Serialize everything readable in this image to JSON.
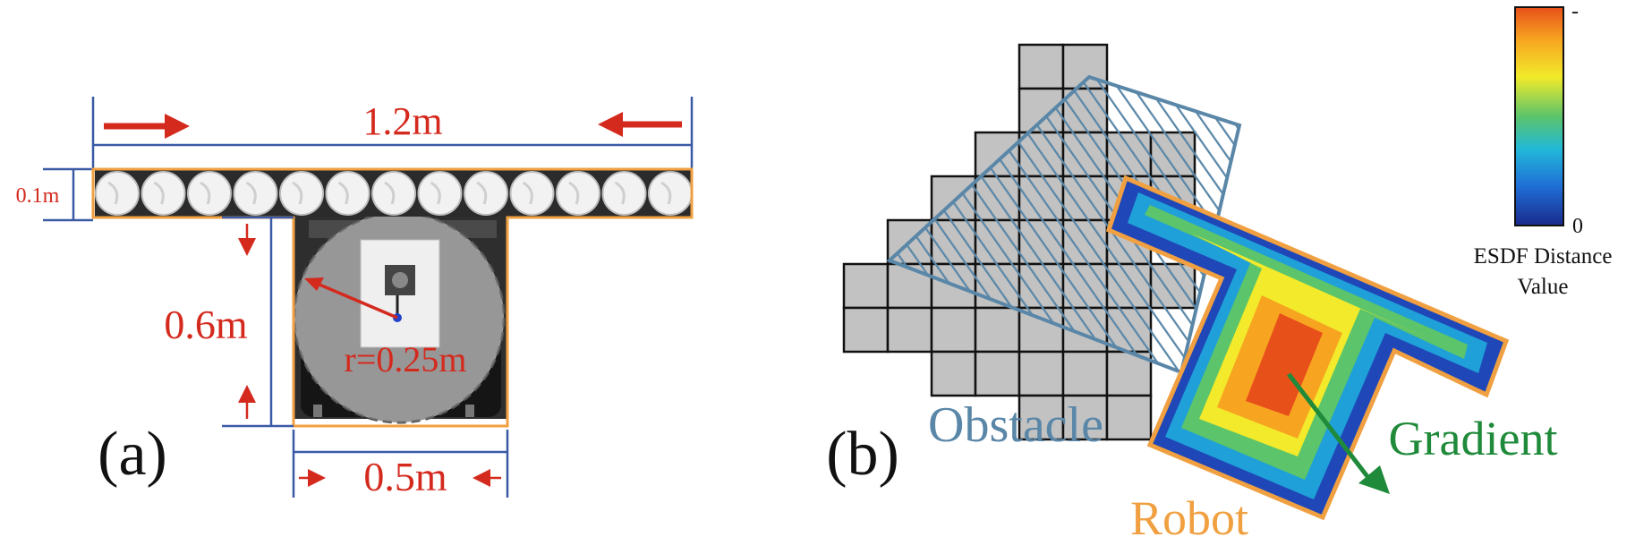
{
  "panel_a": {
    "label": "(a)",
    "width_label": "1.2m",
    "thickness_label": "0.1m",
    "height_label": "0.6m",
    "base_width_label": "0.5m",
    "radius_label": "r=0.25m"
  },
  "panel_b": {
    "label": "(b)",
    "obstacle_label": "Obstacle",
    "robot_label": "Robot",
    "gradient_label": "Gradient",
    "colorbar": {
      "title_line1": "ESDF Distance",
      "title_line2": "Value",
      "max_tick": "-",
      "min_tick": "0"
    }
  },
  "colors": {
    "dimension_line": "#3a5aa6",
    "dimension_text": "#d42a1e",
    "robot_outline": "#f0a040",
    "obstacle": "#5a87a8",
    "gradient": "#1f8a3a",
    "grid_fill": "#c2c2c2"
  },
  "icons": [
    "roller-icon",
    "robot-base-icon",
    "arrow-right-icon",
    "arrow-left-icon",
    "gradient-arrow-icon"
  ]
}
